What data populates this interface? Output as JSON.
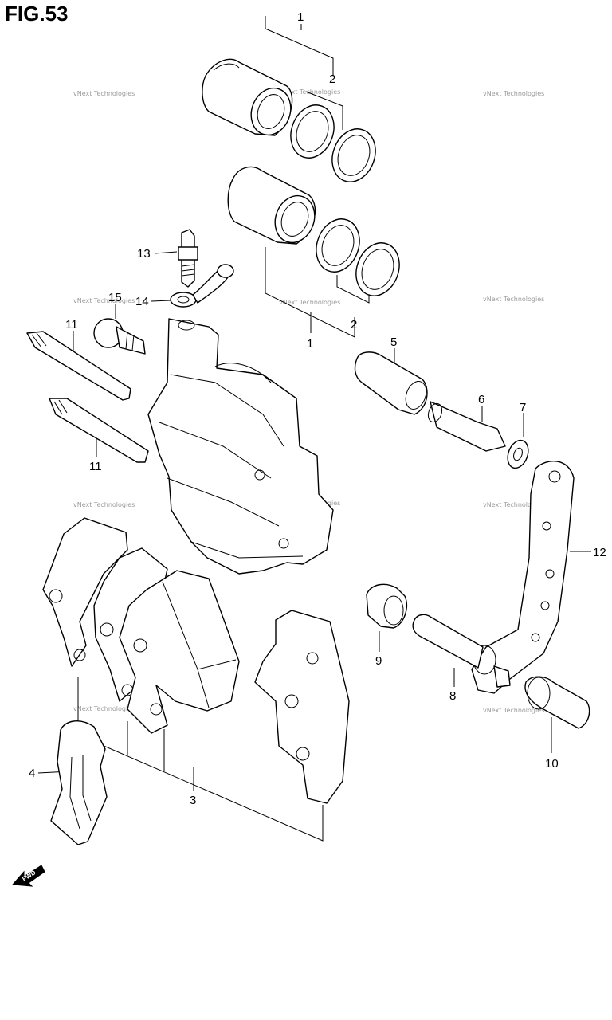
{
  "figure": {
    "title": "FIG.53",
    "fwd_label": "FWD"
  },
  "callouts": [
    {
      "id": "c1a",
      "label": "1"
    },
    {
      "id": "c2a",
      "label": "2"
    },
    {
      "id": "c1b",
      "label": "1"
    },
    {
      "id": "c2b",
      "label": "2"
    },
    {
      "id": "c3",
      "label": "3"
    },
    {
      "id": "c4",
      "label": "4"
    },
    {
      "id": "c5",
      "label": "5"
    },
    {
      "id": "c6",
      "label": "6"
    },
    {
      "id": "c7",
      "label": "7"
    },
    {
      "id": "c8",
      "label": "8"
    },
    {
      "id": "c9",
      "label": "9"
    },
    {
      "id": "c10",
      "label": "10"
    },
    {
      "id": "c11a",
      "label": "11"
    },
    {
      "id": "c11b",
      "label": "11"
    },
    {
      "id": "c12",
      "label": "12"
    },
    {
      "id": "c13",
      "label": "13"
    },
    {
      "id": "c14",
      "label": "14"
    },
    {
      "id": "c15",
      "label": "15"
    }
  ],
  "watermark": {
    "text": "vNext Technologies"
  },
  "colors": {
    "line": "#000000",
    "background": "#ffffff",
    "watermark": "#9a9a9a"
  }
}
